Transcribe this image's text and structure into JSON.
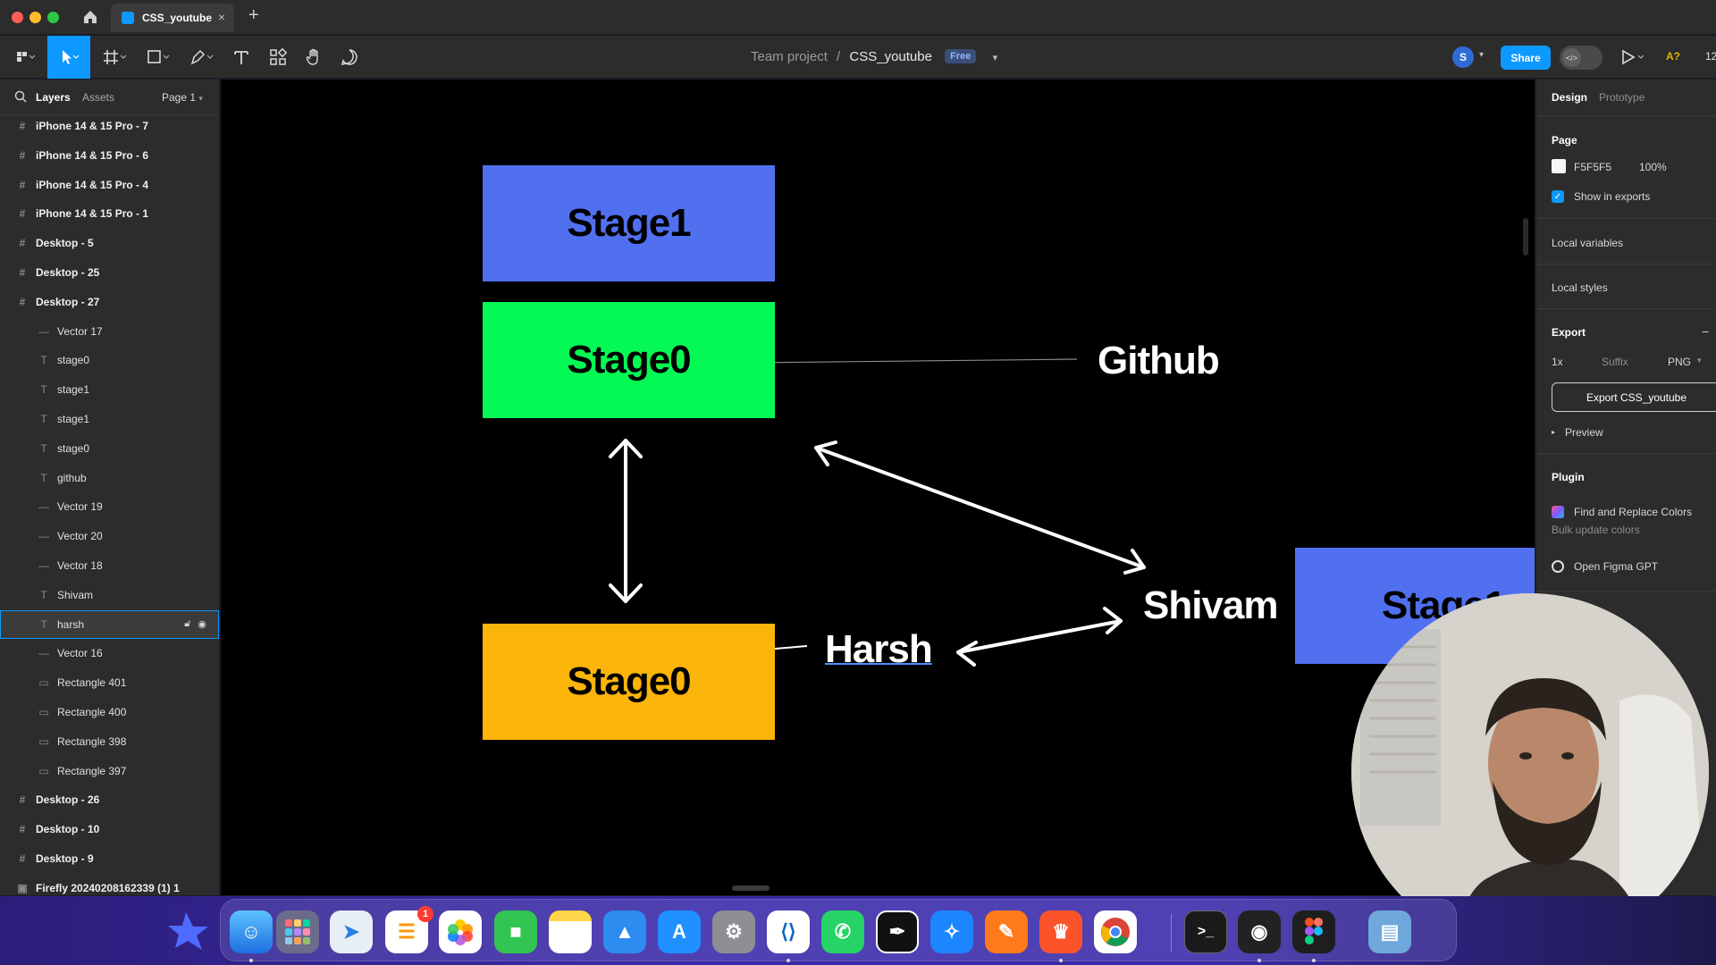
{
  "browser": {
    "tab_title": "CSS_youtube",
    "tab_close": "×",
    "new_tab": "+"
  },
  "toolbar": {
    "breadcrumb_team": "Team project",
    "breadcrumb_sep": "/",
    "breadcrumb_file": "CSS_youtube",
    "plan_badge": "Free",
    "avatar_initial": "S",
    "share_label": "Share",
    "devmode_label": "</>",
    "font_issue": "A?",
    "zoom": "12"
  },
  "left_panel": {
    "tab_layers": "Layers",
    "tab_assets": "Assets",
    "page": "Page 1",
    "layers": [
      {
        "label": "iPhone 14 & 15 Pro - 7",
        "type": "frame"
      },
      {
        "label": "iPhone 14 & 15 Pro - 6",
        "type": "frame"
      },
      {
        "label": "iPhone 14 & 15 Pro - 4",
        "type": "frame"
      },
      {
        "label": "iPhone 14 & 15 Pro - 1",
        "type": "frame"
      },
      {
        "label": "Desktop - 5",
        "type": "frame"
      },
      {
        "label": "Desktop - 25",
        "type": "frame"
      },
      {
        "label": "Desktop - 27",
        "type": "frame"
      },
      {
        "label": "Vector 17",
        "type": "vector"
      },
      {
        "label": "stage0",
        "type": "text"
      },
      {
        "label": "stage1",
        "type": "text"
      },
      {
        "label": "stage1",
        "type": "text"
      },
      {
        "label": "stage0",
        "type": "text"
      },
      {
        "label": "github",
        "type": "text"
      },
      {
        "label": "Vector 19",
        "type": "vector"
      },
      {
        "label": "Vector 20",
        "type": "vector"
      },
      {
        "label": "Vector 18",
        "type": "vector"
      },
      {
        "label": "Shivam",
        "type": "text"
      },
      {
        "label": "harsh",
        "type": "text",
        "selected": true
      },
      {
        "label": "Vector 16",
        "type": "vector"
      },
      {
        "label": "Rectangle 401",
        "type": "rect"
      },
      {
        "label": "Rectangle 400",
        "type": "rect"
      },
      {
        "label": "Rectangle 398",
        "type": "rect"
      },
      {
        "label": "Rectangle 397",
        "type": "rect"
      },
      {
        "label": "Desktop - 26",
        "type": "frame"
      },
      {
        "label": "Desktop - 10",
        "type": "frame"
      },
      {
        "label": "Desktop - 9",
        "type": "frame"
      },
      {
        "label": "Firefly 20240208162339 (1) 1",
        "type": "image"
      }
    ]
  },
  "canvas": {
    "stage1_top": "Stage1",
    "stage0_green": "Stage0",
    "stage0_orange": "Stage0",
    "stage1_right": "Stage1",
    "github": "Github",
    "harsh": "Harsh",
    "shivam": "Shivam",
    "colors": {
      "blue": "#5170f0",
      "green": "#05f954",
      "orange": "#fbb40a",
      "background": "#000000"
    }
  },
  "right_panel": {
    "tab_design": "Design",
    "tab_prototype": "Prototype",
    "page_heading": "Page",
    "page_color": "F5F5F5",
    "page_opacity": "100%",
    "show_in_exports": "Show in exports",
    "local_variables": "Local variables",
    "local_styles": "Local styles",
    "export_heading": "Export",
    "export_minus": "−",
    "export_scale": "1x",
    "export_suffix": "Suffix",
    "export_format": "PNG",
    "export_button": "Export CSS_youtube",
    "preview": "Preview",
    "plugin_heading": "Plugin",
    "plugin_1": "Find and Replace Colors",
    "plugin_1_desc": "Bulk update colors",
    "plugin_2": "Open Figma GPT"
  },
  "dock": {
    "reminders_badge": "1",
    "terminal_glyph": ">_"
  }
}
